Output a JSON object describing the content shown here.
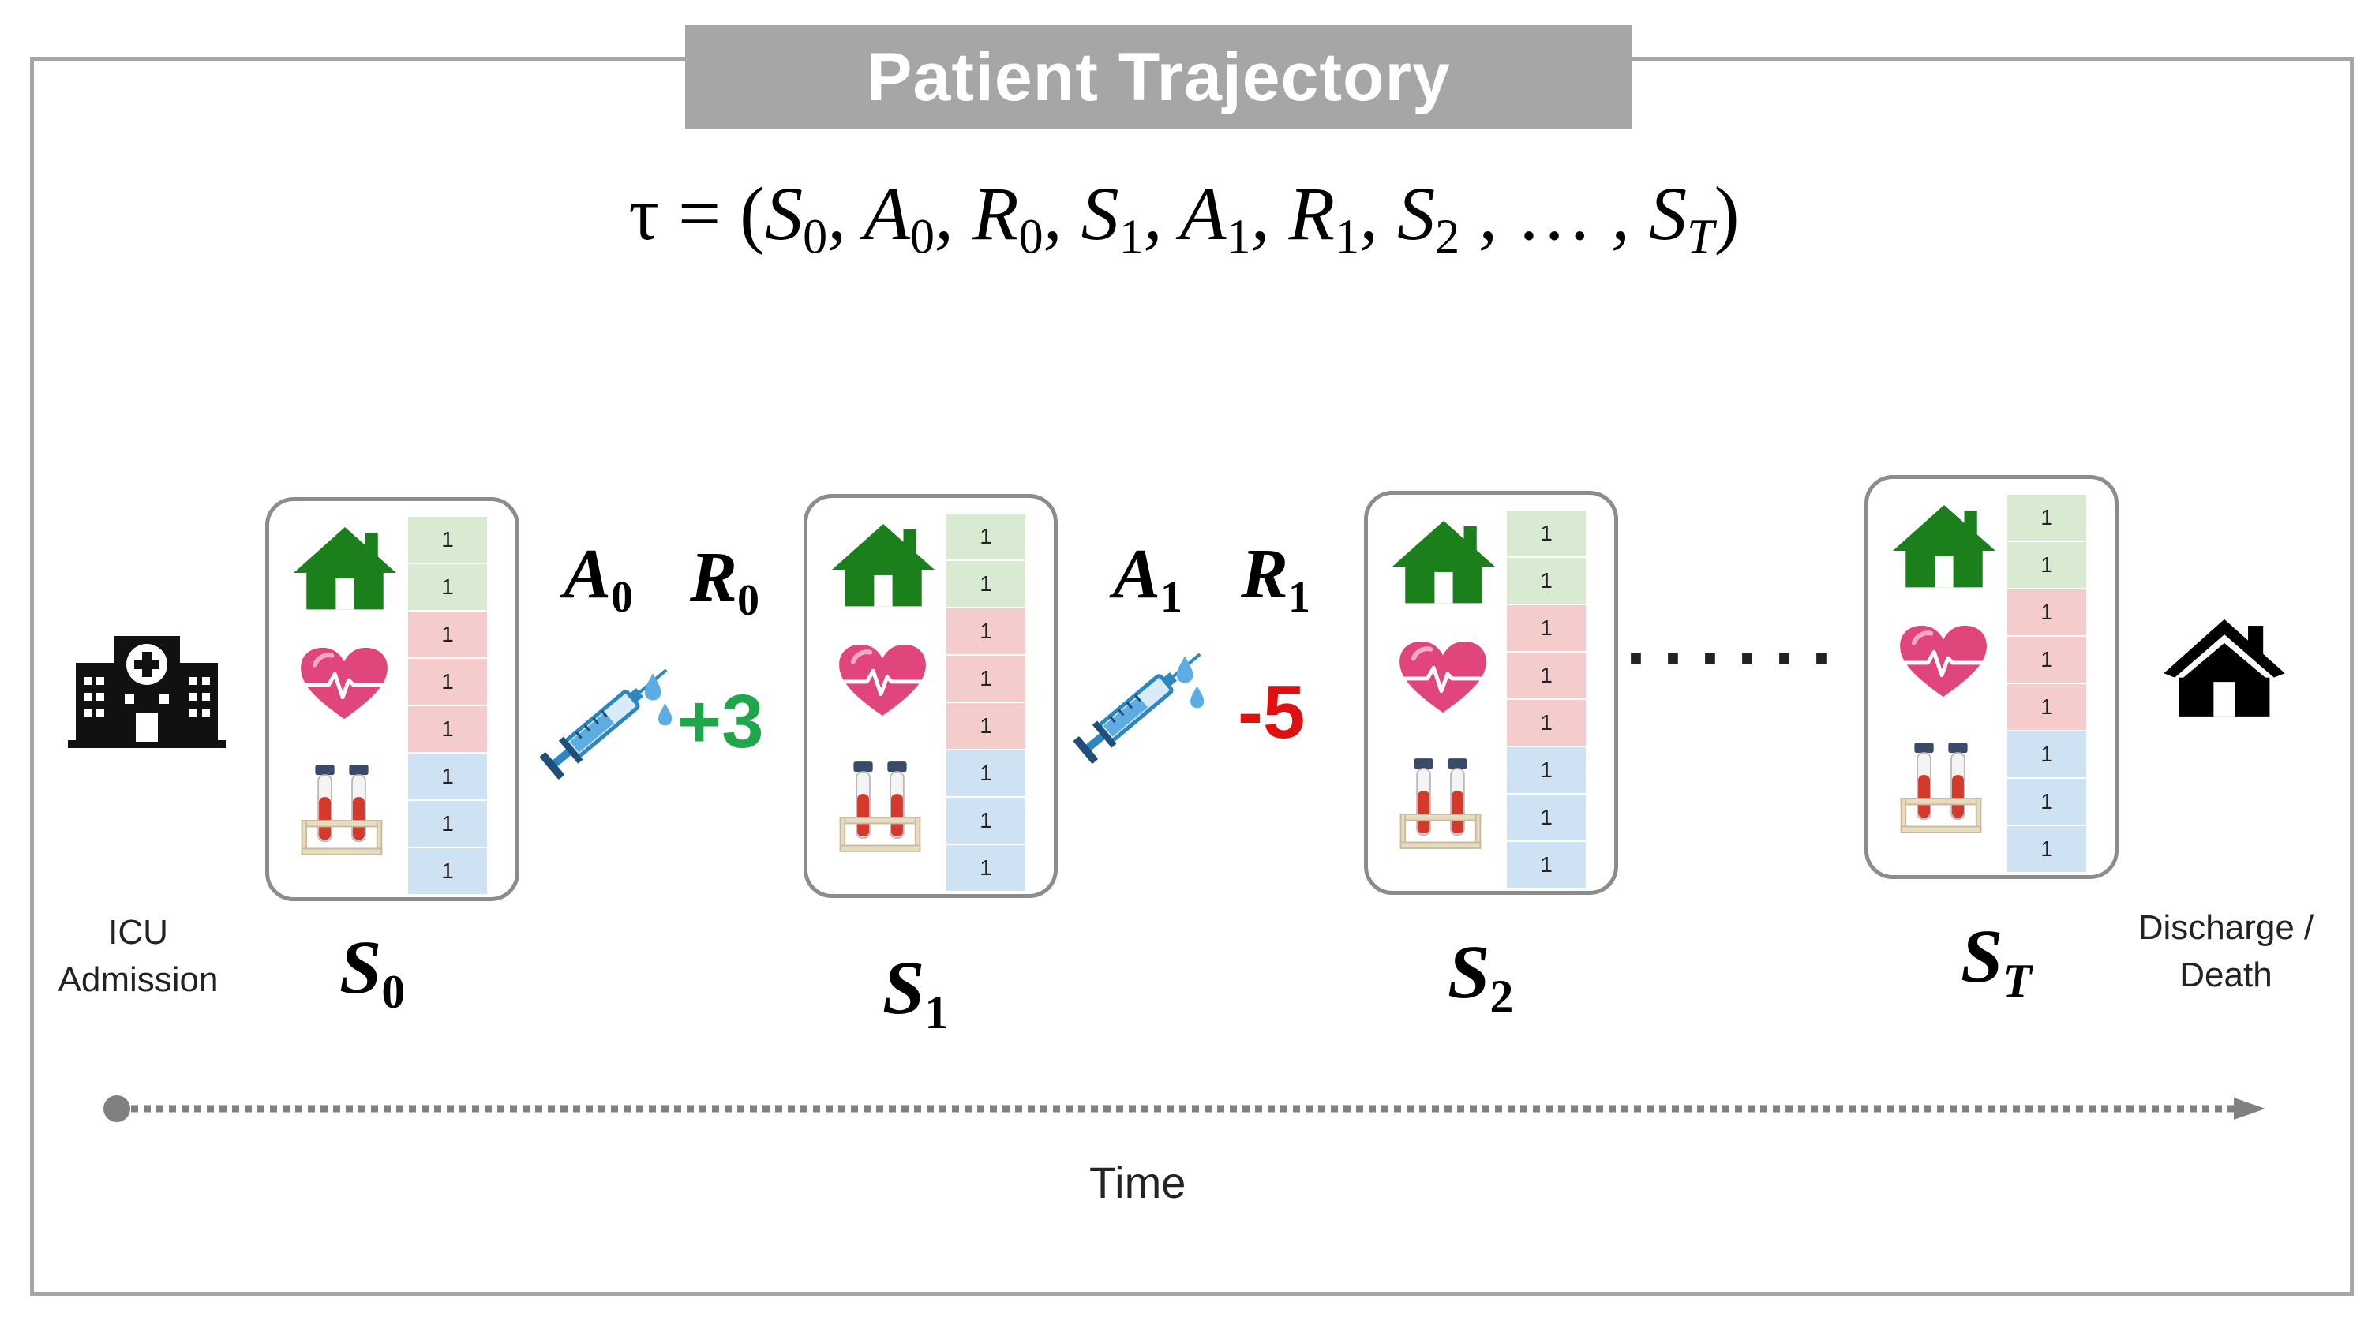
{
  "title": "Patient Trajectory",
  "formula": {
    "tau": "τ",
    "equals": "=",
    "open": "(",
    "terms": [
      {
        "base": "S",
        "sub": "0"
      },
      {
        "base": "A",
        "sub": "0"
      },
      {
        "base": "R",
        "sub": "0"
      },
      {
        "base": "S",
        "sub": "1"
      },
      {
        "base": "A",
        "sub": "1"
      },
      {
        "base": "R",
        "sub": "1"
      },
      {
        "base": "S",
        "sub": "2"
      }
    ],
    "ellipsis": "…",
    "last": {
      "base": "S",
      "sub": "T"
    },
    "close": ")"
  },
  "left_label": [
    "ICU",
    "Admission"
  ],
  "right_label": [
    "Discharge /",
    "Death"
  ],
  "states": [
    {
      "label": "S",
      "sub": "0",
      "cells": [
        "1",
        "1",
        "1",
        "1",
        "1",
        "1",
        "1",
        "1"
      ]
    },
    {
      "label": "S",
      "sub": "1",
      "cells": [
        "1",
        "1",
        "1",
        "1",
        "1",
        "1",
        "1",
        "1"
      ]
    },
    {
      "label": "S",
      "sub": "2",
      "cells": [
        "1",
        "1",
        "1",
        "1",
        "1",
        "1",
        "1",
        "1"
      ]
    },
    {
      "label": "S",
      "sub": "T",
      "cells": [
        "1",
        "1",
        "1",
        "1",
        "1",
        "1",
        "1",
        "1"
      ]
    }
  ],
  "transitions": [
    {
      "action": "A",
      "action_sub": "0",
      "reward": "R",
      "reward_sub": "0",
      "reward_value": "+3",
      "reward_color": "#1fa64a"
    },
    {
      "action": "A",
      "action_sub": "1",
      "reward": "R",
      "reward_sub": "1",
      "reward_value": "-5",
      "reward_color": "#e01010"
    }
  ],
  "ellipsis_dots": "......",
  "time_label": "Time",
  "colors": {
    "frame": "#a6a6a6",
    "home_icon": "#1b7f1b",
    "heart_icon": "#e0457b",
    "cell_green": "#d9ead3",
    "cell_red": "#f4cccc",
    "cell_blue": "#cfe2f3",
    "syringe": "#2e86c1"
  },
  "icons": [
    "hospital-icon",
    "home-icon",
    "heart-icon",
    "test-tubes-icon",
    "syringe-icon",
    "droplet-icon",
    "house-icon"
  ]
}
